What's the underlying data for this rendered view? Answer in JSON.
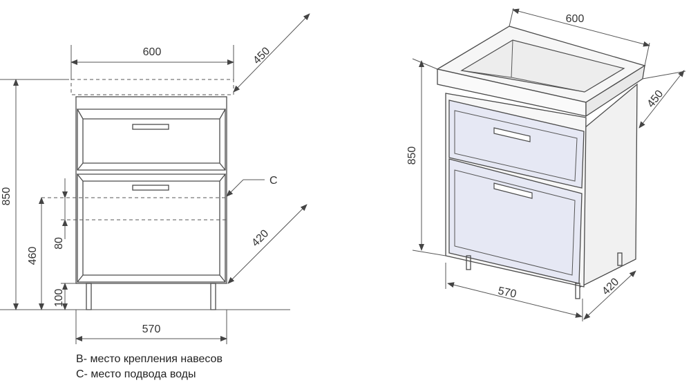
{
  "front_view": {
    "width_top": "600",
    "depth_top": "450",
    "height_total": "850",
    "height_water": "460",
    "height_gap": "80",
    "height_legs": "100",
    "width_bottom": "570",
    "depth_body": "420",
    "marker_c": "C"
  },
  "iso_view": {
    "width_top": "600",
    "depth_top": "450",
    "height_total": "850",
    "width_body": "570",
    "depth_body": "420"
  },
  "legend": {
    "b_text": "B- место крепления навесов",
    "c_text": "C- место подвода воды"
  },
  "colors": {
    "line": "#4a4a4a",
    "panel": "#e6e8f4",
    "body": "#f4f4f4"
  }
}
